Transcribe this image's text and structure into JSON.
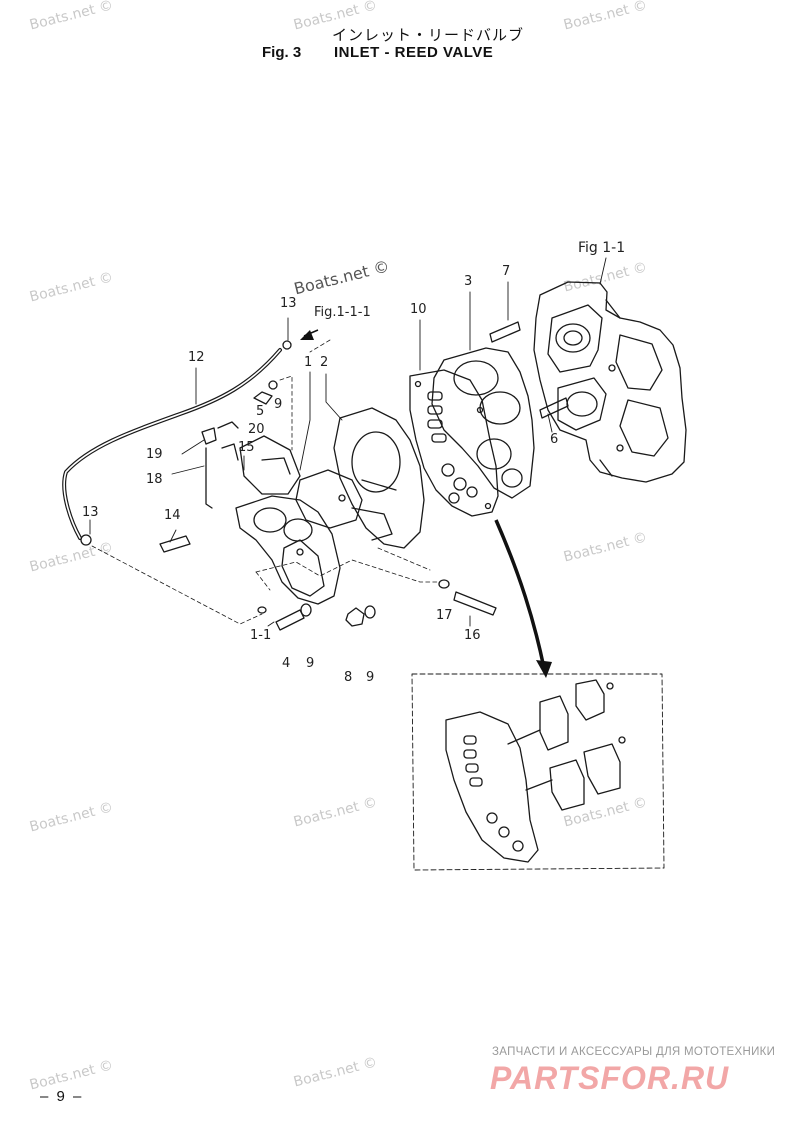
{
  "header": {
    "title_jp": "インレット・リードバルブ",
    "fig_number": "Fig. 3",
    "title_en": "INLET - REED VALVE"
  },
  "refs": {
    "fig_1_1": "Fig 1-1",
    "fig_1_1_1": "Fig.1-1-1"
  },
  "watermark": "Boats.net ©",
  "callouts": [
    "13",
    "12",
    "5",
    "9",
    "20",
    "19",
    "15",
    "18",
    "1",
    "14",
    "13",
    "2",
    "10",
    "3",
    "7",
    "6",
    "17",
    "16",
    "1-1",
    "4",
    "9",
    "8",
    "9"
  ],
  "footer": {
    "page_number": "– 9 –",
    "shop_tagline": "ЗАПЧАСТИ И АКСЕССУАРЫ ДЛЯ МОТОТЕХНИКИ",
    "shop_logo": "PARTSFOR.RU"
  }
}
